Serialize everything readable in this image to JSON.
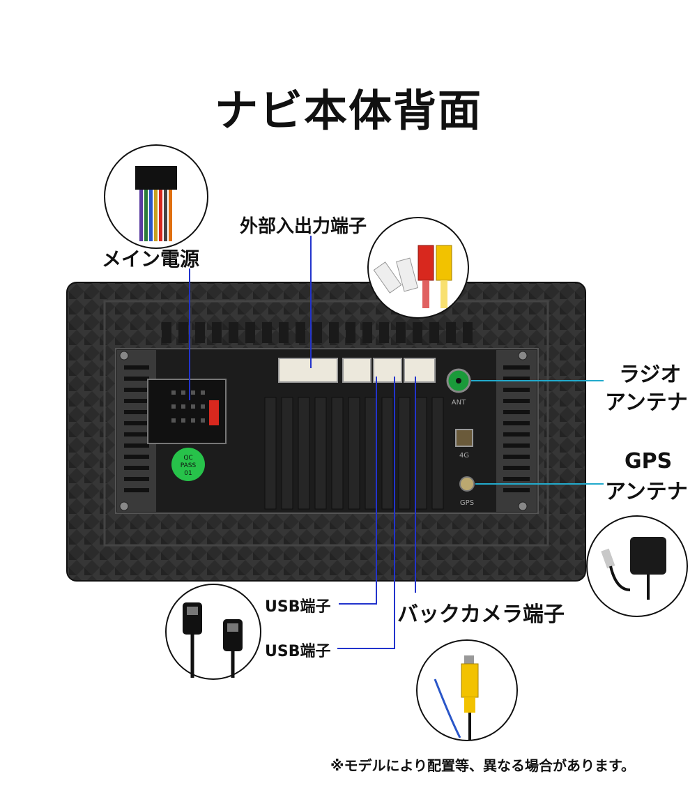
{
  "title": "ナビ本体背面",
  "labels": {
    "main_power": "メイン電源",
    "external_io": "外部入出力端子",
    "radio_antenna_line1": "ラジオ",
    "radio_antenna_line2": "アンテナ",
    "gps_antenna_line1": "GPS",
    "gps_antenna_line2": "アンテナ",
    "usb_1": "USB端子",
    "usb_2": "USB端子",
    "back_camera": "バックカメラ端子"
  },
  "unit_markings": {
    "qc_line1": "QC",
    "qc_line2": "PASS",
    "qc_line3": "01",
    "ant": "ANT",
    "gps": "GPS",
    "4g": "4G"
  },
  "footnote": "※モデルにより配置等、異なる場合があります。",
  "colors": {
    "leader_line": "#2233cc",
    "leader_line_cyan": "#22aacc",
    "panel": "#2a2a2a",
    "antenna_green": "#1a9a3a",
    "rca_yellow": "#f2c200",
    "rca_red": "#d8281e"
  }
}
